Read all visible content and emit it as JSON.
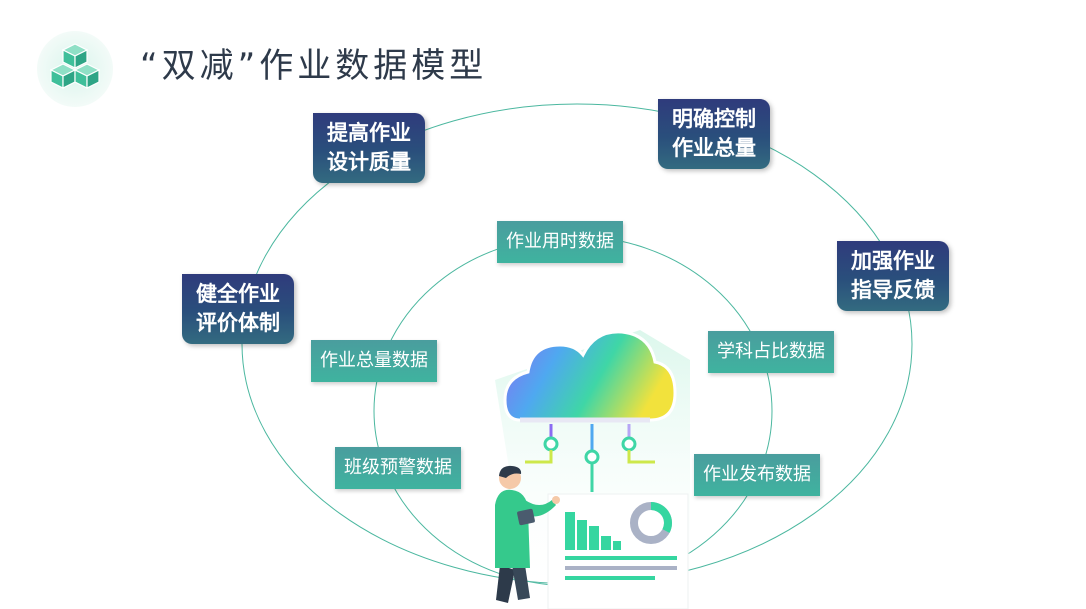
{
  "title": "“双减”作业数据模型",
  "outer_items": [
    {
      "lines": [
        "提高作业",
        "设计质量"
      ]
    },
    {
      "lines": [
        "明确控制",
        "作业总量"
      ]
    },
    {
      "lines": [
        "加强作业",
        "指导反馈"
      ]
    },
    {
      "lines": [
        "健全作业",
        "评价体制"
      ]
    }
  ],
  "inner_items": [
    {
      "label": "作业用时数据"
    },
    {
      "label": "学科占比数据"
    },
    {
      "label": "作业总量数据"
    },
    {
      "label": "作业发布数据"
    },
    {
      "label": "班级预警数据"
    }
  ],
  "colors": {
    "accent": "#3fb39f",
    "dark_box": "#2f3b7c",
    "ellipse": "#3fb39f"
  },
  "icons": [
    "cubes-icon",
    "cloud-icon",
    "person-icon",
    "bar-chart-icon",
    "donut-chart-icon"
  ]
}
